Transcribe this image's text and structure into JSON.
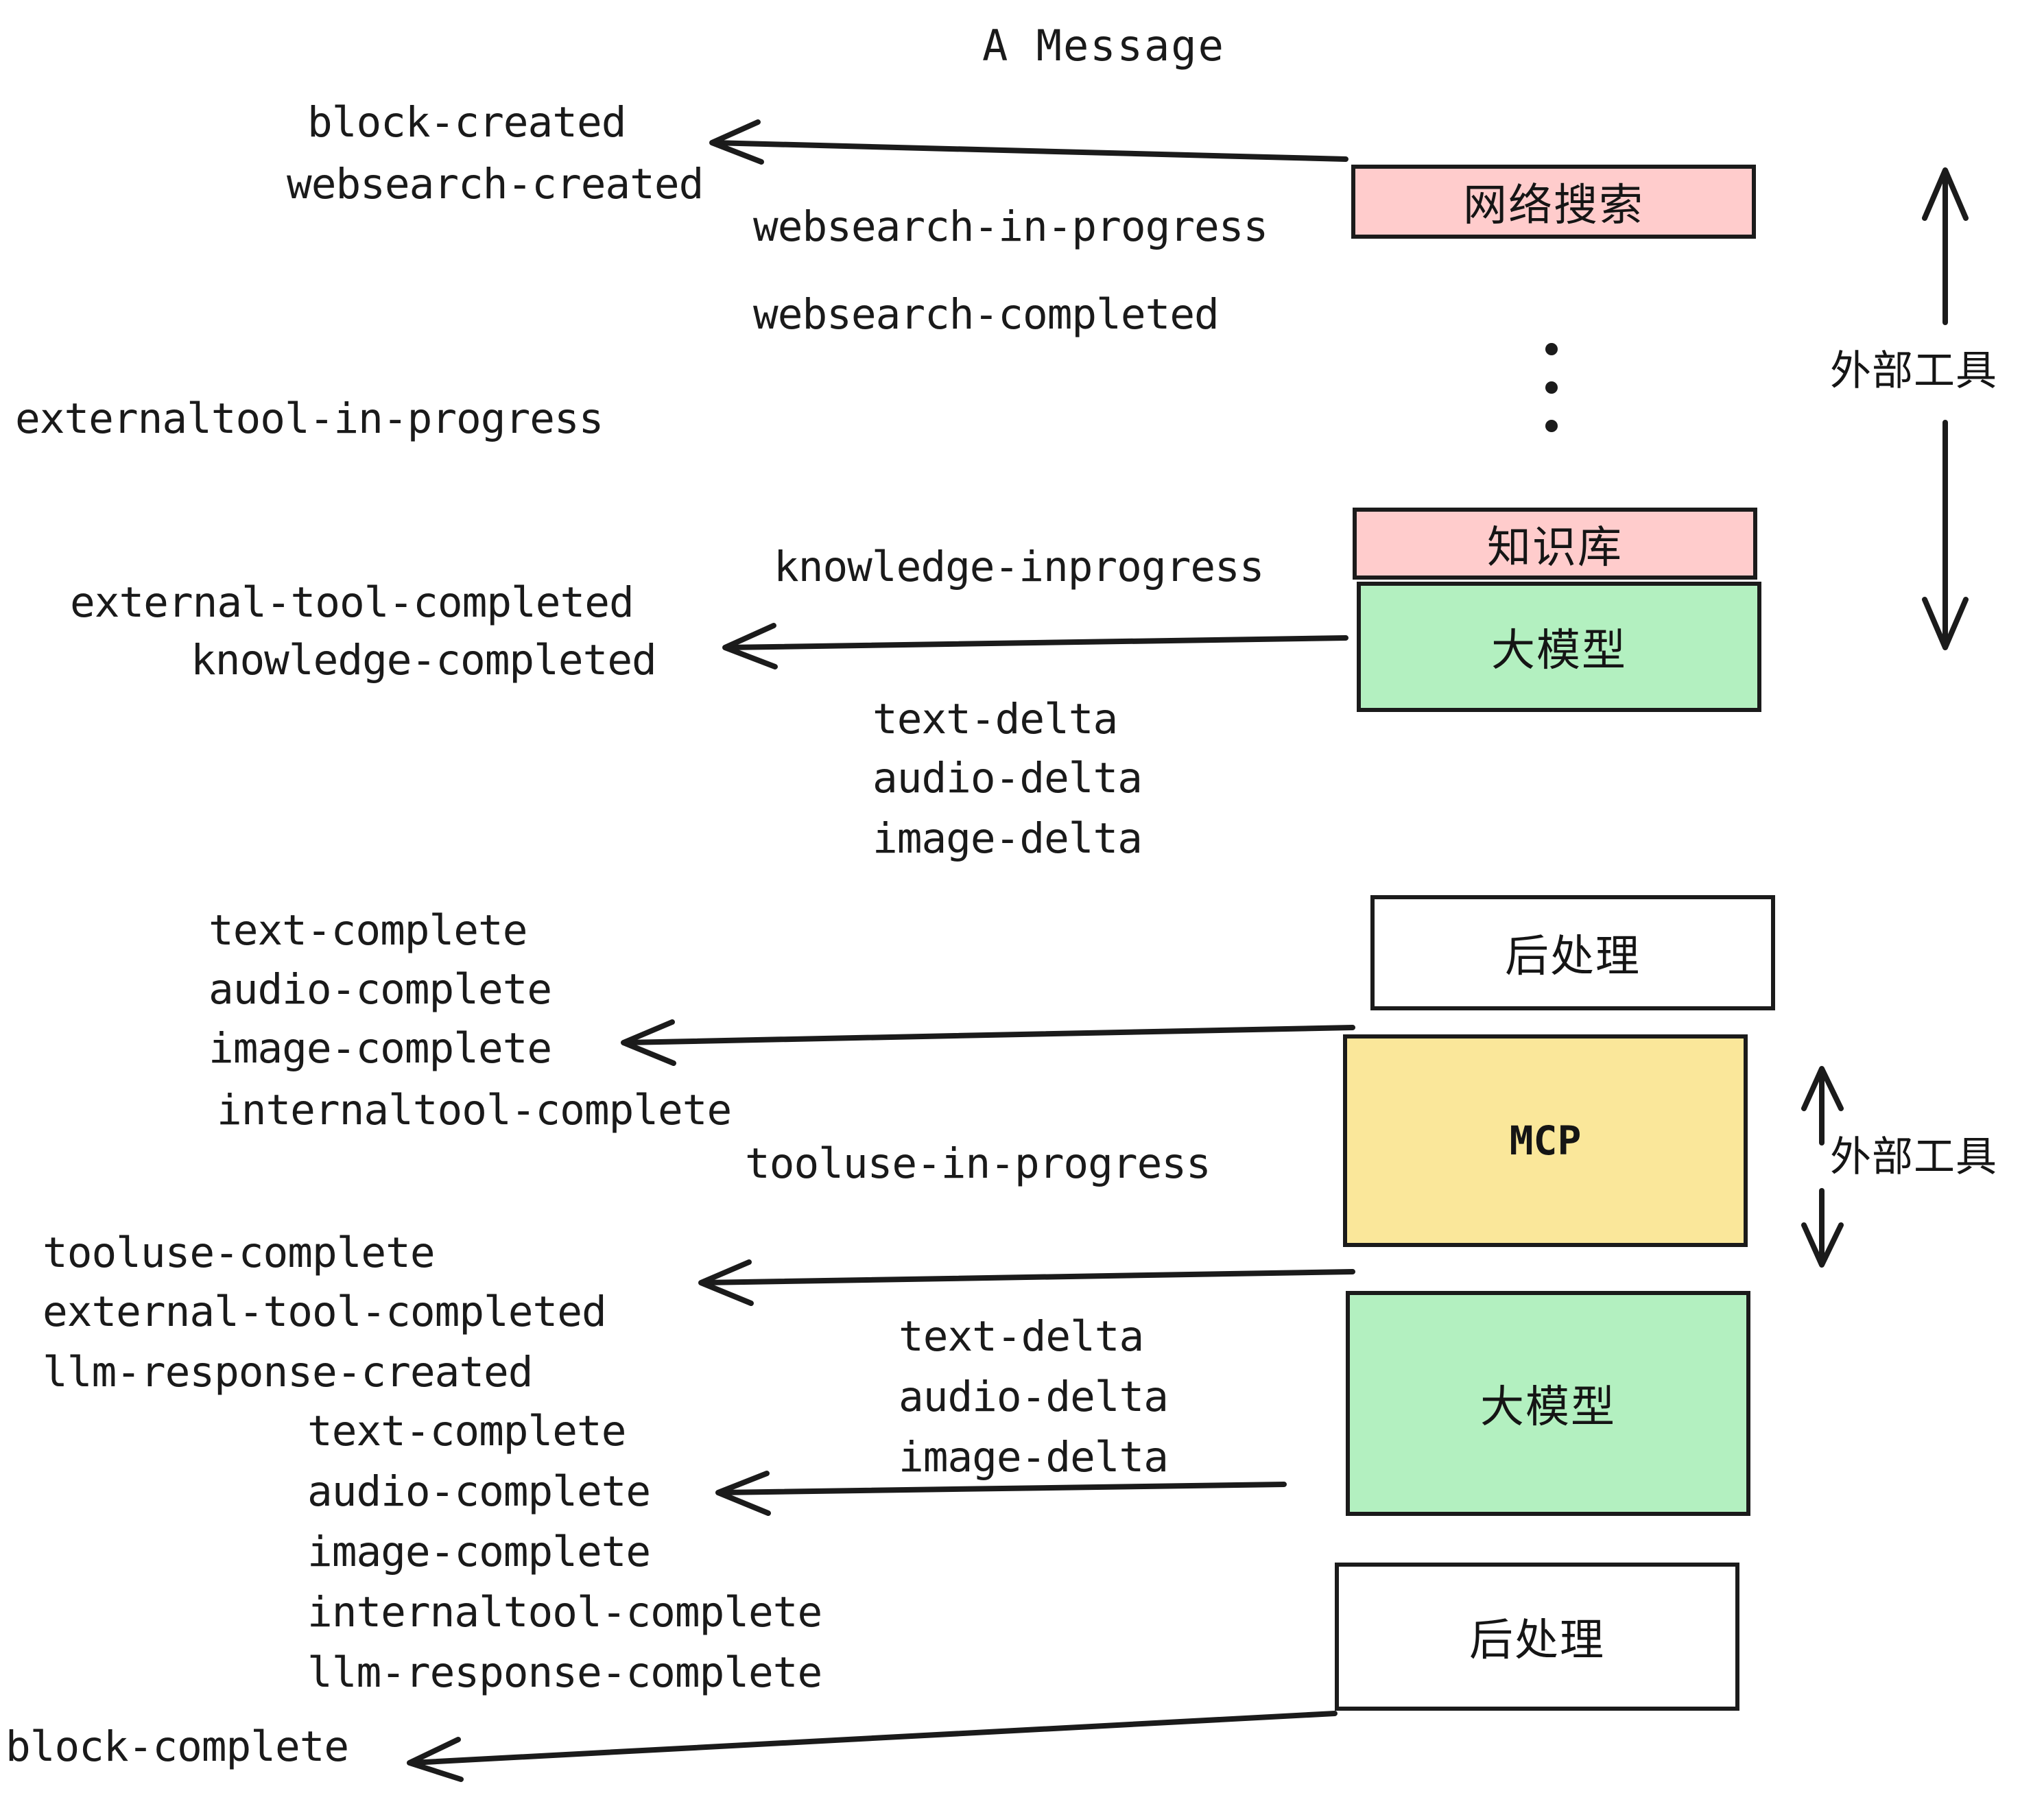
{
  "title": "A Message",
  "colors": {
    "pink": "#ffcccc",
    "green": "#b3f0c0",
    "yellow": "#fae79a",
    "white": "#ffffff",
    "stroke": "#1b1b1b",
    "text": "#1a1a1a"
  },
  "boxes": [
    {
      "id": "websearch",
      "label": "网络搜索",
      "fill": "pink",
      "latin": false
    },
    {
      "id": "knowledge",
      "label": "知识库",
      "fill": "pink",
      "latin": false
    },
    {
      "id": "llm-1",
      "label": "大模型",
      "fill": "green",
      "latin": false
    },
    {
      "id": "postprocess-1",
      "label": "后处理",
      "fill": "white",
      "latin": false
    },
    {
      "id": "mcp",
      "label": "MCP",
      "fill": "yellow",
      "latin": true
    },
    {
      "id": "llm-2",
      "label": "大模型",
      "fill": "green",
      "latin": false
    },
    {
      "id": "postprocess-2",
      "label": "后处理",
      "fill": "white",
      "latin": false
    }
  ],
  "side_labels": [
    {
      "id": "external-tools-top",
      "label": "外部工具"
    },
    {
      "id": "external-tools-bottom",
      "label": "外部工具"
    }
  ],
  "events": [
    {
      "id": "e01",
      "text": "block-created"
    },
    {
      "id": "e02",
      "text": "websearch-created"
    },
    {
      "id": "e03",
      "text": "websearch-in-progress"
    },
    {
      "id": "e04",
      "text": "websearch-completed"
    },
    {
      "id": "e05",
      "text": "externaltool-in-progress"
    },
    {
      "id": "e06",
      "text": "knowledge-inprogress"
    },
    {
      "id": "e07",
      "text": "external-tool-completed"
    },
    {
      "id": "e08",
      "text": "knowledge-completed"
    },
    {
      "id": "e09",
      "text": "text-delta"
    },
    {
      "id": "e10",
      "text": "audio-delta"
    },
    {
      "id": "e11",
      "text": "image-delta"
    },
    {
      "id": "e12",
      "text": "text-complete"
    },
    {
      "id": "e13",
      "text": "audio-complete"
    },
    {
      "id": "e14",
      "text": "image-complete"
    },
    {
      "id": "e15",
      "text": "internaltool-complete"
    },
    {
      "id": "e16",
      "text": "tooluse-in-progress"
    },
    {
      "id": "e17",
      "text": "tooluse-complete"
    },
    {
      "id": "e18",
      "text": "external-tool-completed"
    },
    {
      "id": "e19",
      "text": "llm-response-created"
    },
    {
      "id": "e20",
      "text": "text-delta"
    },
    {
      "id": "e21",
      "text": "audio-delta"
    },
    {
      "id": "e22",
      "text": "image-delta"
    },
    {
      "id": "e23",
      "text": "text-complete"
    },
    {
      "id": "e24",
      "text": "audio-complete"
    },
    {
      "id": "e25",
      "text": "image-complete"
    },
    {
      "id": "e26",
      "text": "internaltool-complete"
    },
    {
      "id": "e27",
      "text": "llm-response-complete"
    },
    {
      "id": "e28",
      "text": "block-complete"
    }
  ]
}
